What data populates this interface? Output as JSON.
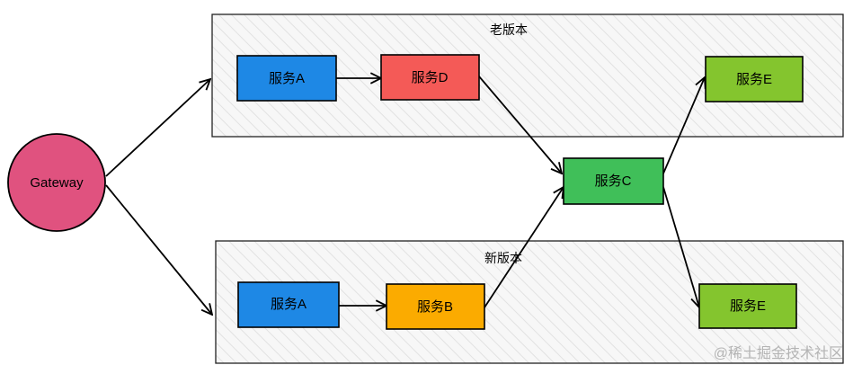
{
  "diagram": {
    "gateway": {
      "label": "Gateway",
      "color": "#e0527f"
    },
    "zones": {
      "old": {
        "label": "老版本"
      },
      "new": {
        "label": "新版本"
      }
    },
    "nodes": {
      "old_a": {
        "label": "服务A",
        "color": "#1e88e5"
      },
      "old_d": {
        "label": "服务D",
        "color": "#f45a57"
      },
      "old_e": {
        "label": "服务E",
        "color": "#84c52e"
      },
      "svc_c": {
        "label": "服务C",
        "color": "#40bf59"
      },
      "new_a": {
        "label": "服务A",
        "color": "#1e88e5"
      },
      "new_b": {
        "label": "服务B",
        "color": "#fbab00"
      },
      "new_e": {
        "label": "服务E",
        "color": "#84c52e"
      }
    },
    "edges": [
      {
        "from": "Gateway",
        "to": "老版本"
      },
      {
        "from": "Gateway",
        "to": "新版本"
      },
      {
        "from": "服务A",
        "to": "服务D"
      },
      {
        "from": "服务D",
        "to": "服务C"
      },
      {
        "from": "服务C",
        "to": "服务E"
      },
      {
        "from": "服务C",
        "to": "服务E"
      },
      {
        "from": "服务A",
        "to": "服务B"
      },
      {
        "from": "服务B",
        "to": "服务C"
      }
    ]
  },
  "watermark": "@稀土掘金技术社区"
}
